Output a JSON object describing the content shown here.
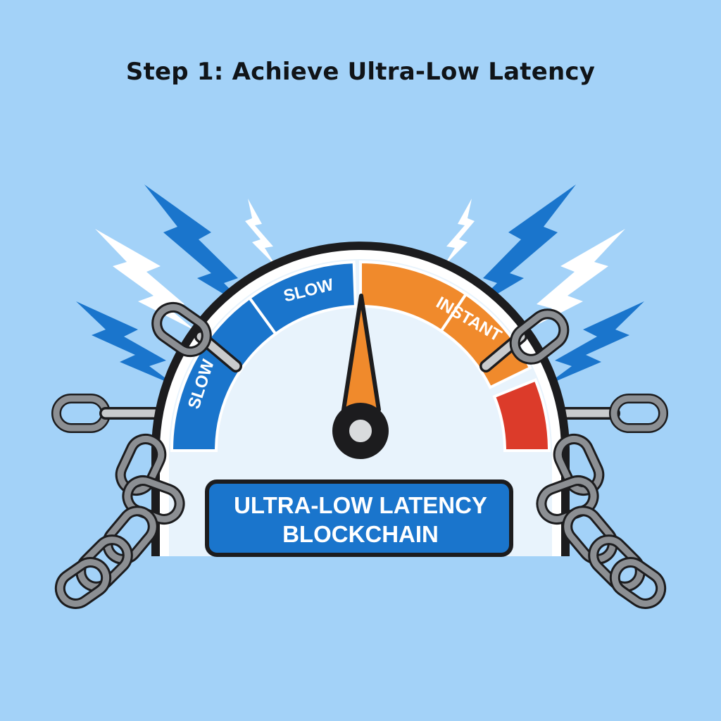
{
  "title": "Step 1: Achieve Ultra-Low Latency",
  "gauge": {
    "segment_labels": {
      "slow_left": "SLOW",
      "slow_top": "SLOW",
      "instant": "INSTANT"
    },
    "needle_position": "center",
    "banner_line1": "ULTRA-LOW LATENCY",
    "banner_line2": "BLOCKCHAIN"
  },
  "colors": {
    "background": "#a3d2f8",
    "blue": "#1a75cc",
    "orange": "#f08a2c",
    "red": "#dc3b2a",
    "dial_face": "#e8f3fc",
    "chain": "#8c8f93",
    "outline": "#1c1c1e"
  },
  "icons": [
    "lightning-bolt-icon",
    "chain-link-icon",
    "needle-pivot-icon"
  ]
}
